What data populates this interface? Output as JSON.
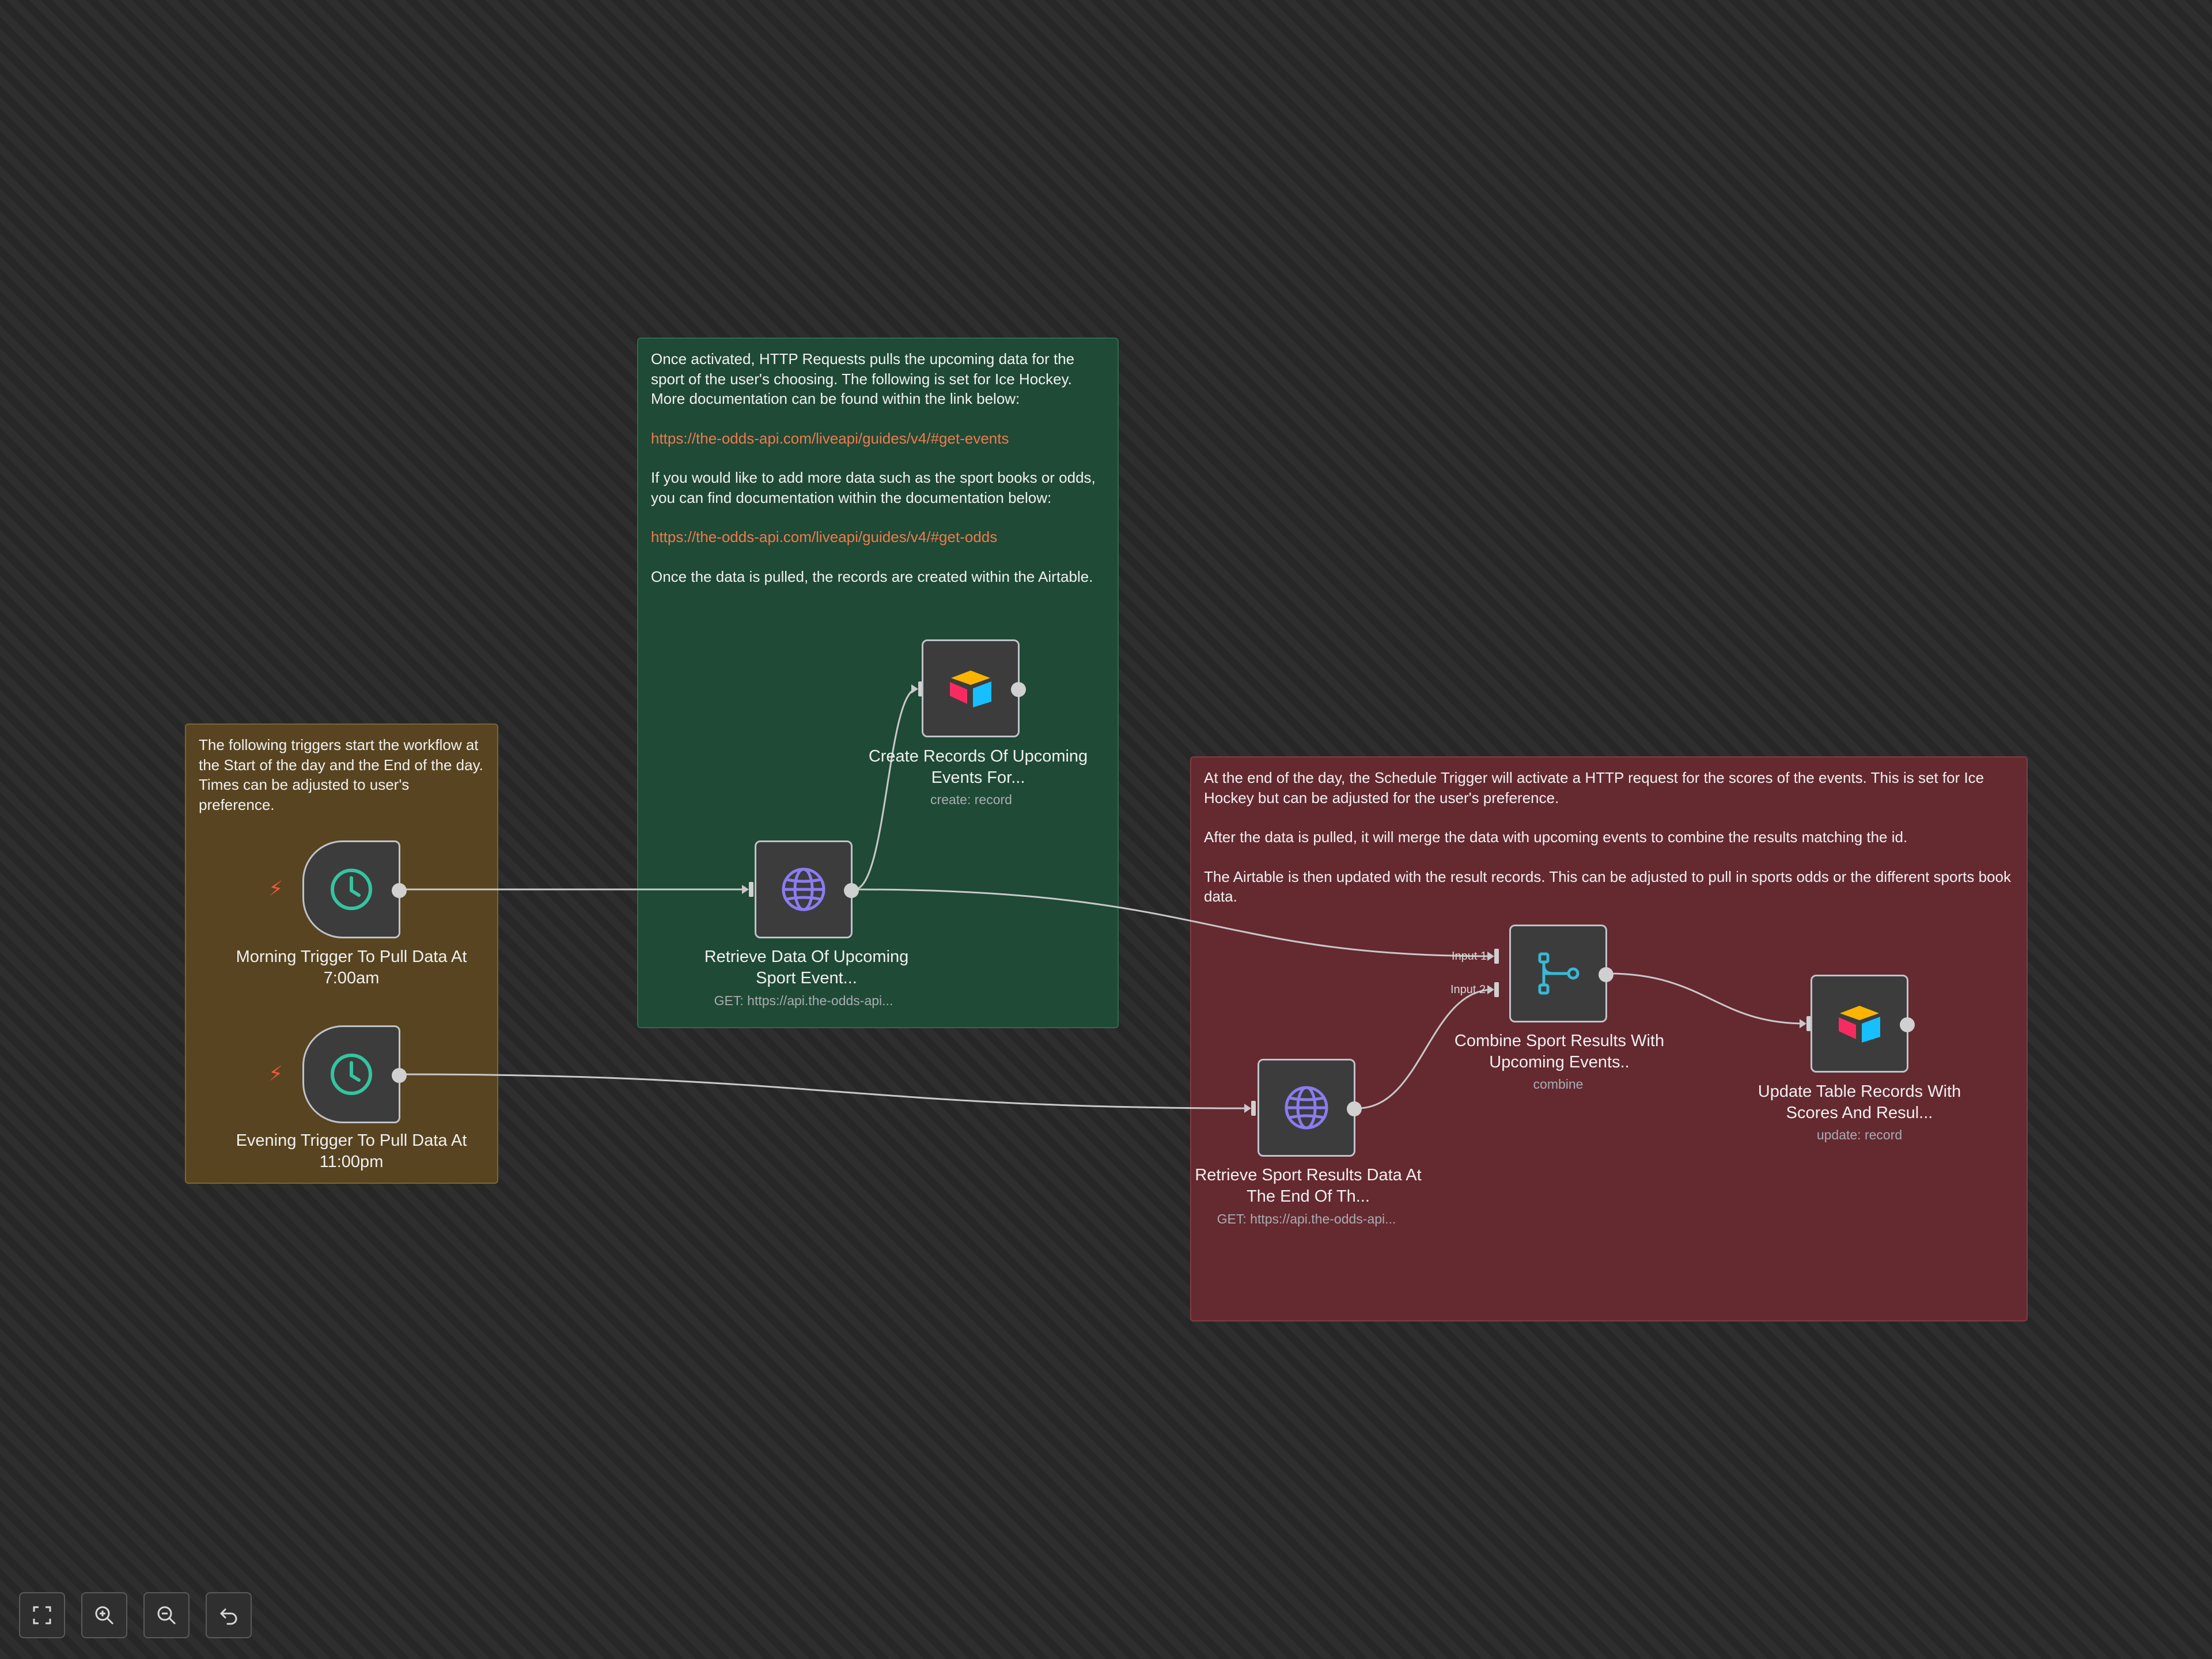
{
  "sticky_notes": {
    "triggers_note": {
      "text": "The following triggers start the workflow at the Start of the day and the End of the day. Times can be adjusted to user's preference."
    },
    "upcoming_note": {
      "para1": "Once activated, HTTP Requests pulls the upcoming data for the sport of the user's choosing. The following is set for Ice Hockey. More documentation can be found within the link below:",
      "link1": "https://the-odds-api.com/liveapi/guides/v4/#get-events",
      "para2": "If you would like to add more data such as the sport books or odds, you can find documentation within the documentation below:",
      "link2": "https://the-odds-api.com/liveapi/guides/v4/#get-odds",
      "para3": "Once the data is pulled, the records are created within the Airtable."
    },
    "results_note": {
      "para1": "At the end of the day, the Schedule Trigger will activate a HTTP request for the scores of the events. This is set for Ice Hockey but can be adjusted for the user's preference.",
      "para2": "After the data is pulled, it will merge the data with upcoming events to combine the results matching the id.",
      "para3": "The Airtable is then updated with the result records. This can be adjusted to pull in sports odds or the different sports book data."
    }
  },
  "nodes": {
    "morning_trigger": {
      "label": "Morning Trigger To Pull Data At 7:00am",
      "icon": "clock-icon"
    },
    "evening_trigger": {
      "label": "Evening Trigger To Pull Data At 11:00pm",
      "icon": "clock-icon"
    },
    "retrieve_upcoming": {
      "label": "Retrieve Data Of Upcoming Sport Event...",
      "subtitle": "GET: https://api.the-odds-api...",
      "icon": "globe-icon"
    },
    "create_records": {
      "label": "Create Records Of Upcoming Events For...",
      "subtitle": "create: record",
      "icon": "airtable-icon"
    },
    "retrieve_results": {
      "label": "Retrieve Sport Results Data At The End Of Th...",
      "subtitle": "GET: https://api.the-odds-api...",
      "icon": "globe-icon"
    },
    "combine": {
      "label": "Combine Sport Results With Upcoming Events..",
      "subtitle": "combine",
      "icon": "merge-icon",
      "input1": "Input 1",
      "input2": "Input 2"
    },
    "update_records": {
      "label": "Update Table Records With Scores And Resul...",
      "subtitle": "update: record",
      "icon": "airtable-icon"
    }
  },
  "controls": [
    "fit-view-icon",
    "zoom-in-icon",
    "zoom-out-icon",
    "undo-icon"
  ],
  "colors": {
    "canvas": "#2b2b2b",
    "sticky_yellow": "#584420",
    "sticky_green": "#1f4a35",
    "sticky_red": "#652930",
    "link": "#ee7a4e",
    "trigger_icon": "#35c4a0",
    "http_icon": "#8b7cf0",
    "merge_icon": "#3ab8d6",
    "bolt": "#ee5a3a"
  }
}
